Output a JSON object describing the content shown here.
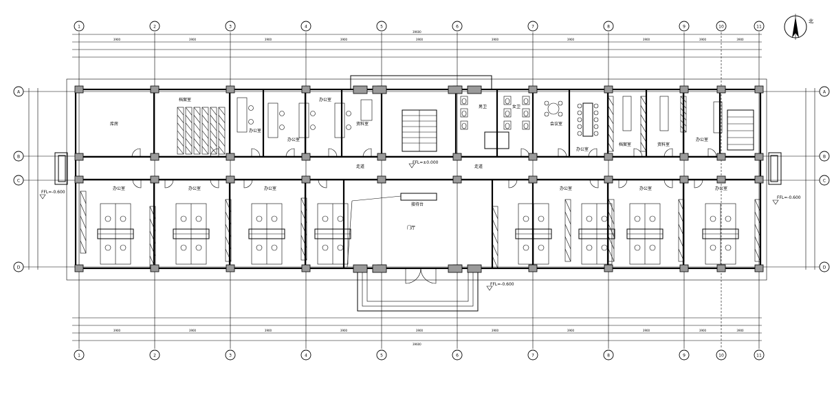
{
  "compass": {
    "label": "北"
  },
  "axes": {
    "columns": [
      "1",
      "2",
      "3",
      "4",
      "5",
      "6",
      "7",
      "8",
      "9",
      "10",
      "11"
    ],
    "rows": [
      "A",
      "B",
      "C",
      "D"
    ]
  },
  "dimensions": {
    "top_overall": "39600",
    "bottom_overall": "39600",
    "bays": [
      "3900",
      "3900",
      "3900",
      "3900",
      "3900",
      "3900",
      "3900",
      "3900",
      "3900",
      "3900"
    ]
  },
  "levels": {
    "corridor": "FFL=±0.000",
    "left": "FFL=-0.600",
    "right": "FFL=-0.600",
    "entrance": "FFL=-0.600"
  },
  "rooms": {
    "r1": "库房",
    "r2": "档案室",
    "r3": "办公室",
    "r4": "办公室",
    "r5": "办公室",
    "r6": "资料室",
    "r7": "男卫",
    "r8": "女卫",
    "r9": "会议室",
    "r10": "办公室",
    "r11": "档案室",
    "r12": "资料室",
    "r13": "办公室",
    "b1": "办公室",
    "b2": "办公室",
    "b3": "办公室",
    "lobby": "门厅",
    "reception": "接待台",
    "b4": "办公室",
    "b5": "办公室",
    "b6": "办公室",
    "corr_l": "走道",
    "corr_r": "走道"
  }
}
